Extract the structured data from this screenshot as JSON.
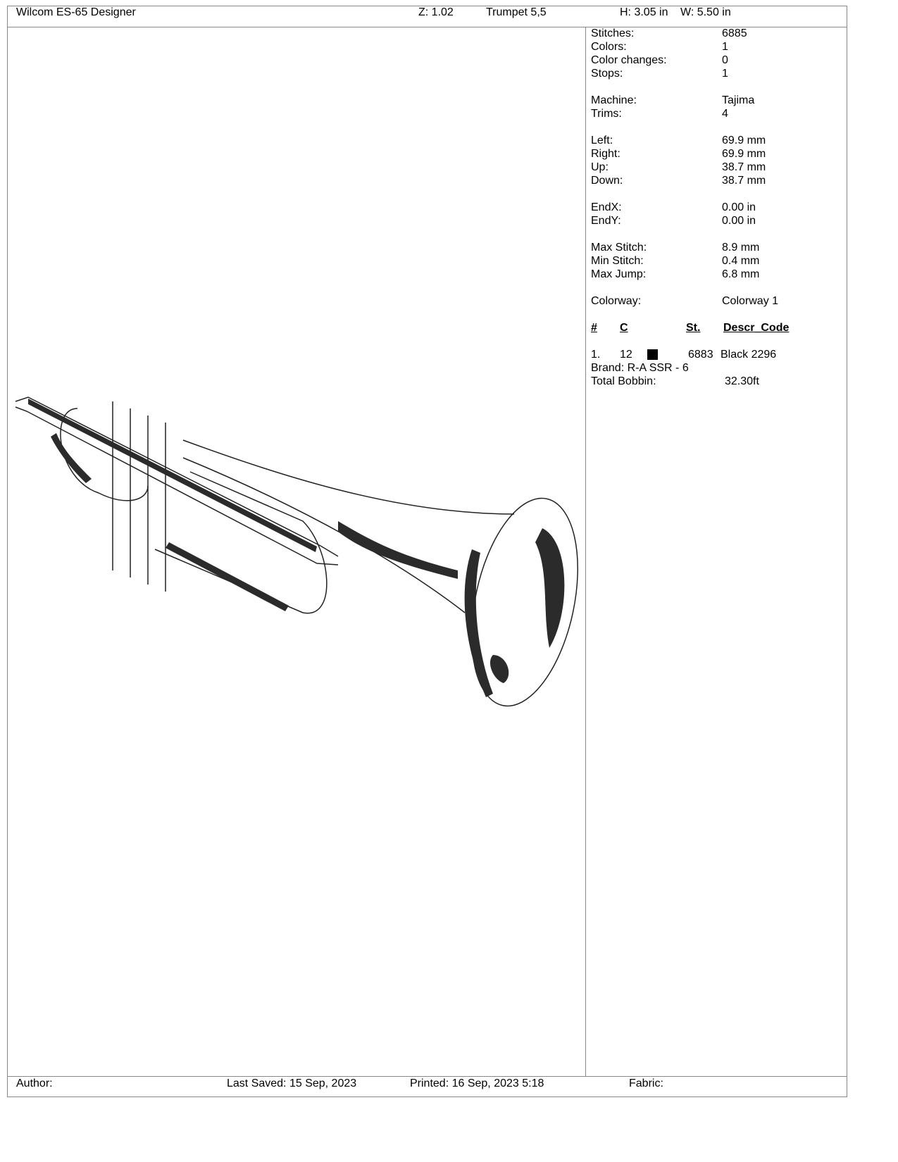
{
  "header": {
    "app": "Wilcom ES-65 Designer",
    "zoom": "Z: 1.02",
    "design": "Trumpet 5,5",
    "height": "H: 3.05 in",
    "width": "W: 5.50 in"
  },
  "stats": [
    {
      "label": "Stitches:",
      "value": "6885"
    },
    {
      "label": "Colors:",
      "value": "1"
    },
    {
      "label": "Color changes:",
      "value": "0"
    },
    {
      "label": "Stops:",
      "value": "1"
    },
    {
      "label": "Machine:",
      "value": "Tajima"
    },
    {
      "label": "Trims:",
      "value": "4"
    },
    {
      "label": "Left:",
      "value": "69.9 mm"
    },
    {
      "label": "Right:",
      "value": "69.9 mm"
    },
    {
      "label": "Up:",
      "value": "38.7 mm"
    },
    {
      "label": "Down:",
      "value": "38.7 mm"
    },
    {
      "label": "EndX:",
      "value": "0.00 in"
    },
    {
      "label": "EndY:",
      "value": "0.00 in"
    },
    {
      "label": "Max Stitch:",
      "value": "8.9 mm"
    },
    {
      "label": "Min Stitch:",
      "value": "0.4 mm"
    },
    {
      "label": "Max Jump:",
      "value": "6.8 mm"
    },
    {
      "label": "Colorway:",
      "value": "Colorway 1"
    }
  ],
  "table": {
    "headers": [
      "#",
      "C",
      "St.",
      "Descr_Code"
    ],
    "rows": [
      {
        "num": "1.",
        "c": "12",
        "swatch": "#000000",
        "st": "6883",
        "descr": "Black 2296"
      }
    ],
    "brand": "Brand: R-A SSR - 6",
    "bobbin_label": "Total Bobbin:",
    "bobbin_value": "32.30ft"
  },
  "footer": {
    "author": "Author:",
    "saved": "Last Saved: 15 Sep, 2023",
    "printed": "Printed: 16 Sep, 2023  5:18",
    "fabric": "Fabric:"
  }
}
